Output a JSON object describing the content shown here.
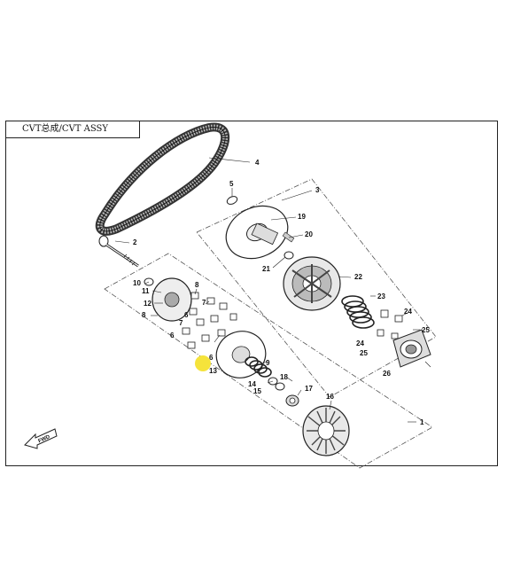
{
  "title": "CVT总成/CVT ASSY",
  "highlight_color": "#f5e33b",
  "highlighted_part": "6",
  "direction_label": "FWD",
  "callouts": [
    {
      "id": "4",
      "label": "4"
    },
    {
      "id": "5",
      "label": "5"
    },
    {
      "id": "3",
      "label": "3"
    },
    {
      "id": "19",
      "label": "19"
    },
    {
      "id": "20",
      "label": "20"
    },
    {
      "id": "2",
      "label": "2"
    },
    {
      "id": "21",
      "label": "21"
    },
    {
      "id": "22",
      "label": "22"
    },
    {
      "id": "10",
      "label": "10"
    },
    {
      "id": "11",
      "label": "11"
    },
    {
      "id": "8a",
      "label": "8"
    },
    {
      "id": "12",
      "label": "12"
    },
    {
      "id": "7a",
      "label": "7"
    },
    {
      "id": "6a",
      "label": "6"
    },
    {
      "id": "8b",
      "label": "8"
    },
    {
      "id": "7b",
      "label": "7"
    },
    {
      "id": "6b",
      "label": "6"
    },
    {
      "id": "6c",
      "label": "6"
    },
    {
      "id": "13",
      "label": "13"
    },
    {
      "id": "9",
      "label": "9"
    },
    {
      "id": "23",
      "label": "23"
    },
    {
      "id": "24a",
      "label": "24"
    },
    {
      "id": "25a",
      "label": "25"
    },
    {
      "id": "24b",
      "label": "24"
    },
    {
      "id": "25b",
      "label": "25"
    },
    {
      "id": "26",
      "label": "26"
    },
    {
      "id": "14",
      "label": "14"
    },
    {
      "id": "15",
      "label": "15"
    },
    {
      "id": "18",
      "label": "18"
    },
    {
      "id": "17",
      "label": "17"
    },
    {
      "id": "16",
      "label": "16"
    },
    {
      "id": "1",
      "label": "1"
    }
  ]
}
